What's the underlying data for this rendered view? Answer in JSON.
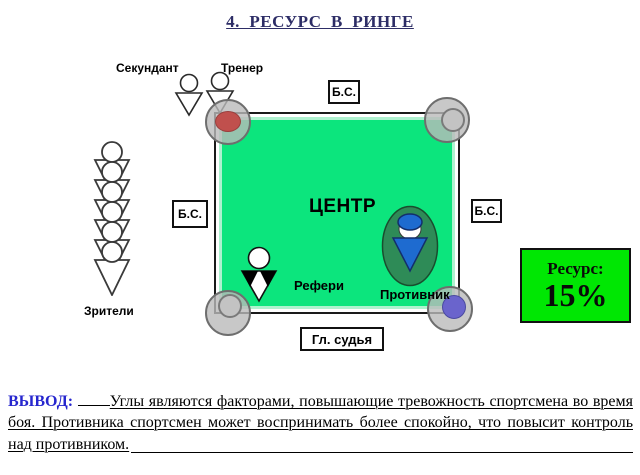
{
  "title": "4.  РЕСУРС  В  РИНГЕ",
  "ring": {
    "center_label": "ЦЕНТР"
  },
  "labels": {
    "second": "Секундант",
    "trainer": "Тренер",
    "spectators": "Зрители",
    "referee": "Рефери",
    "opponent": "Противник",
    "side_judge": "Б.С.",
    "head_judge": "Гл. судья"
  },
  "resource": {
    "label": "Ресурс:",
    "value": "15%"
  },
  "conclusion": {
    "label": "ВЫВОД:",
    "line1": "Углы являются факторами, повышающие тревожность спортсмена во время",
    "line2": "боя. Противника спортсмен может воспринимать более спокойно, что повысит контроль",
    "line3": "над противником."
  },
  "icons": {
    "second": "person-outline-icon",
    "trainer": "person-outline-icon",
    "spectators": "person-stack-icon",
    "referee": "referee-tuxedo-icon",
    "opponent": "opponent-capped-figure-icon",
    "corner_tl": "red-corner-dot",
    "corner_tr": "gray-corner-dot",
    "corner_bl": "gray-corner-dot",
    "corner_br": "blue-corner-dot"
  },
  "colors": {
    "ring_green": "#0ce57d",
    "ring_green_rim": "#aef2cf",
    "resource_green": "#00e703",
    "opponent_ellipse": "#2e8b57",
    "opponent_blue": "#1e6bd0",
    "corner_pad_gray": "#bababa",
    "corner_red": "#c0504d",
    "corner_blue": "#6a64cc",
    "title_navy": "#2d2d66",
    "conclusion_blue": "#2626ce"
  }
}
